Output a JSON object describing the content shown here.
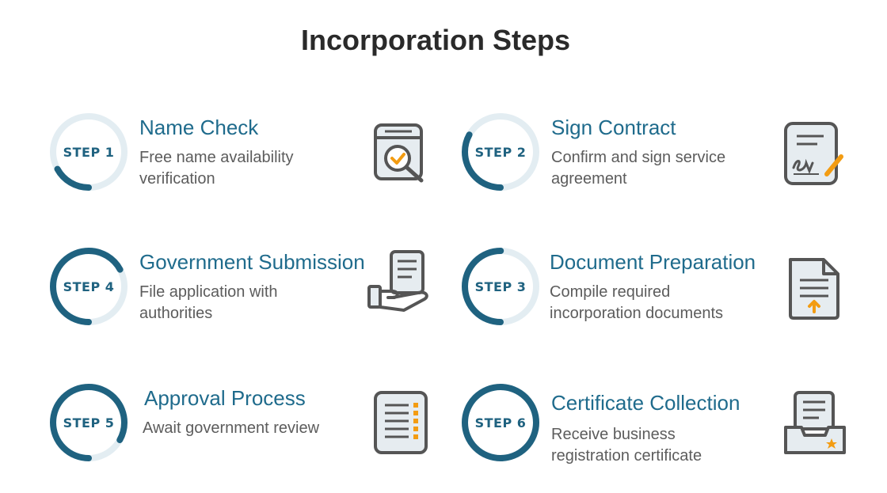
{
  "title": "Incorporation Steps",
  "colors": {
    "accent": "#1f6280",
    "track": "#e3edf2",
    "highlight": "#f39c12",
    "icon_stroke": "#555555",
    "icon_fill": "#e6ecf0"
  },
  "steps": [
    {
      "badge": "STEP 1",
      "title": "Name Check",
      "description": "Free name availability verification",
      "progress": 0.17,
      "icon": "search-check-icon"
    },
    {
      "badge": "STEP 2",
      "title": "Sign Contract",
      "description": "Confirm and sign service agreement",
      "progress": 0.33,
      "icon": "contract-sign-icon"
    },
    {
      "badge": "STEP 4",
      "title": "Government Submission",
      "description": "File application with authorities",
      "progress": 0.67,
      "icon": "hand-document-icon"
    },
    {
      "badge": "STEP 3",
      "title": "Document Preparation",
      "description": "Compile required incorporation documents",
      "progress": 0.5,
      "icon": "document-upload-icon"
    },
    {
      "badge": "STEP 5",
      "title": "Approval Process",
      "description": "Await government review",
      "progress": 0.83,
      "icon": "checklist-icon"
    },
    {
      "badge": "STEP 6",
      "title": "Certificate Collection",
      "description": "Receive business registration certificate",
      "progress": 1.0,
      "icon": "certificate-tray-icon"
    }
  ]
}
